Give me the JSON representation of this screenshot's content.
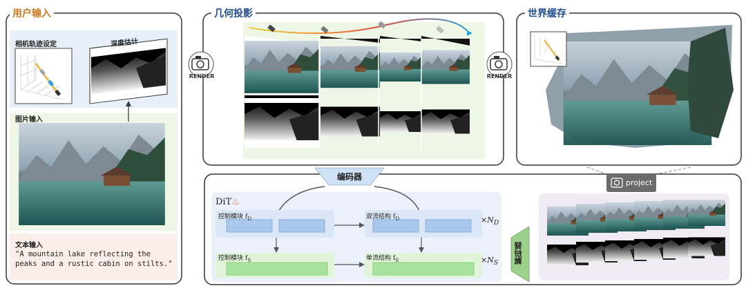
{
  "user_input": {
    "title": "用户输入",
    "camera_traj_label": "相机轨迹设定",
    "depth_label": "深度估计",
    "image_label": "图片输入",
    "text_label": "文本输入",
    "text_value": "\"A mountain lake reflecting the peaks and a rustic cabin on stilts.\""
  },
  "geo_projection": {
    "title": "几何投影",
    "render_left": "RENDER",
    "render_right": "RENDER"
  },
  "world_cache": {
    "title": "世界缓存",
    "project_label": "project"
  },
  "encoder": {
    "label": "编码器"
  },
  "decoder": {
    "label": "解码器"
  },
  "dit": {
    "label": "DiT",
    "control_top": "控制模块 f",
    "control_top_sub": "D",
    "dual": "双流结构 f",
    "dual_sub": "D",
    "control_bottom": "控制模块 f",
    "control_bottom_sub": "S",
    "single": "单流结构 f",
    "single_sub": "S",
    "repeat_top": "×N",
    "repeat_top_sub": "D",
    "repeat_bottom": "×N",
    "repeat_bottom_sub": "S"
  },
  "colors": {
    "orange": "#c97a22",
    "navy": "#1f4b8f",
    "blue_block": "#a9c8ec",
    "green_block": "#a9e3a0"
  }
}
